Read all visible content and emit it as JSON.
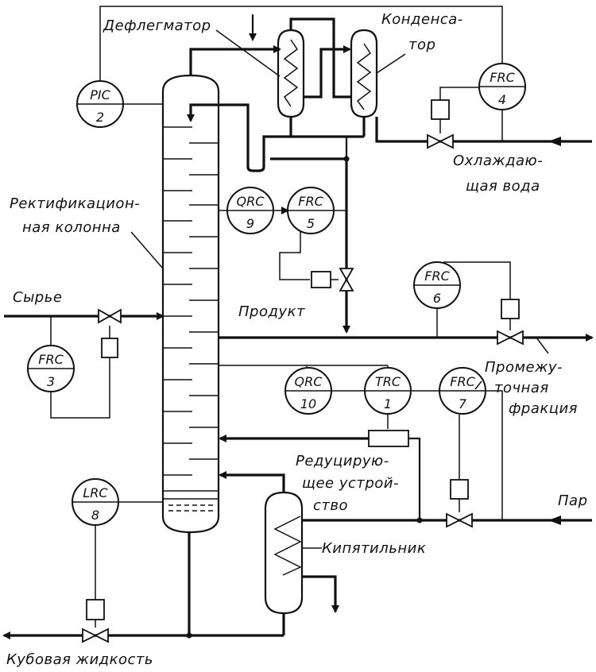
{
  "labels": {
    "dephlegmator": "Дефлегматор",
    "condenser_1": "Конденса-",
    "condenser_2": "тор",
    "cooling_water_1": "Охлаждаю-",
    "cooling_water_2": "щая вода",
    "column_1": "Ректификацион-",
    "column_2": "ная колонна",
    "feed": "Сырье",
    "product": "Продукт",
    "intermediate_1": "Промежу-",
    "intermediate_2": "точная",
    "intermediate_3": "фракция",
    "reducer_1": "Редуцирую-",
    "reducer_2": "щее устрой-",
    "reducer_3": "ство",
    "steam": "Пар",
    "reboiler": "Кипятильник",
    "bottoms": "Кубовая жидкость"
  },
  "instruments": [
    {
      "id": "pic2",
      "code": "PIC",
      "num": "2"
    },
    {
      "id": "frc4",
      "code": "FRC",
      "num": "4"
    },
    {
      "id": "qrc9",
      "code": "QRC",
      "num": "9"
    },
    {
      "id": "frc5",
      "code": "FRC",
      "num": "5"
    },
    {
      "id": "frc6",
      "code": "FRC",
      "num": "6"
    },
    {
      "id": "frc3",
      "code": "FRC",
      "num": "3"
    },
    {
      "id": "qrc10",
      "code": "QRC",
      "num": "10"
    },
    {
      "id": "trc1",
      "code": "TRC",
      "num": "1"
    },
    {
      "id": "frc7",
      "code": "FRC",
      "num": "7"
    },
    {
      "id": "lrc8",
      "code": "LRC",
      "num": "8"
    }
  ]
}
